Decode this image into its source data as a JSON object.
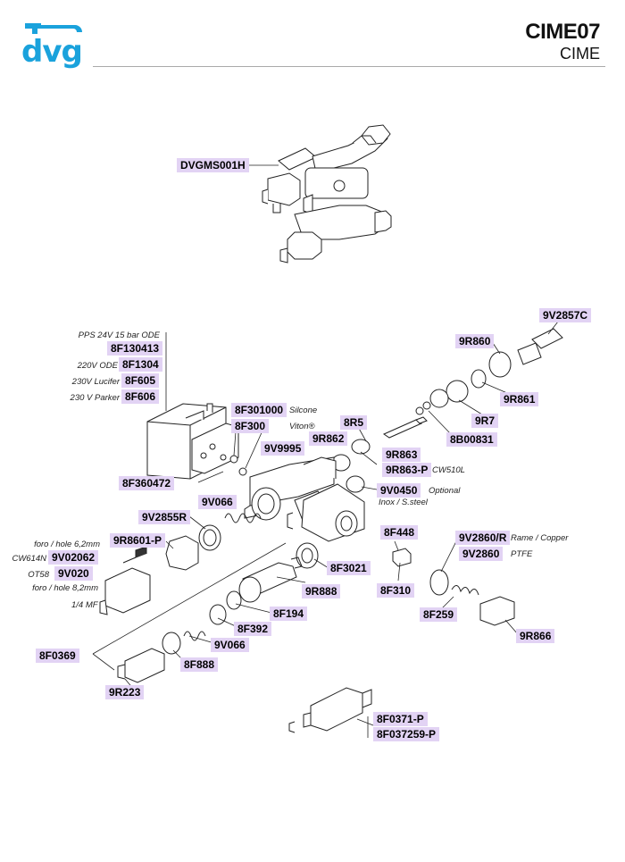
{
  "header": {
    "logo_text": "dvg",
    "title": "CIME07",
    "subtitle": "CIME",
    "brand_color": "#1aa2dc"
  },
  "label_color": "#e2d3f4",
  "parts": {
    "dvgms001h": "DVGMS001H",
    "9v2857c": "9V2857C",
    "9r860": "9R860",
    "9r861": "9R861",
    "9r7": "9R7",
    "8b00831": "8B00831",
    "8f130413": "8F130413",
    "8f1304": "8F1304",
    "8f605": "8F605",
    "8f606": "8F606",
    "8f301000": "8F301000",
    "8f300": "8F300",
    "8r5": "8R5",
    "9r862": "9R862",
    "9v9995": "9V9995",
    "9r863": "9R863",
    "9r863p": "9R863-P",
    "8f360472": "8F360472",
    "9v066a": "9V066",
    "9v0450": "9V0450",
    "9v2855r": "9V2855R",
    "8f448": "8F448",
    "9v2860r": "9V2860/R",
    "9v2860": "9V2860",
    "9r8601p": "9R8601-P",
    "9v02062": "9V02062",
    "9v020": "9V020",
    "8f3021": "8F3021",
    "8f310": "8F310",
    "9r888": "9R888",
    "8f259": "8F259",
    "8f194": "8F194",
    "9r866": "9R866",
    "8f392": "8F392",
    "9v066b": "9V066",
    "8f0369": "8F0369",
    "8f888": "8F888",
    "9r223": "9R223",
    "8f0371p": "8F0371-P",
    "8f037259p": "8F037259-P"
  },
  "notes": {
    "pps": "PPS 24V 15 bar ODE",
    "ode220": "220V ODE",
    "lucifer230": "230V Lucifer",
    "parker230": "230 V Parker",
    "silicone": "Silcone",
    "viton": "Viton®",
    "cw510l": "CW510L",
    "optional": "Optional",
    "inox": "Inox / S.steel",
    "copper": "Rame / Copper",
    "ptfe": "PTFE",
    "foro62": "foro / hole 6,2mm",
    "cw614n": "CW614N",
    "ot58": "OT58",
    "foro82": "foro / hole 8,2mm",
    "mf14": "1/4 MF"
  }
}
